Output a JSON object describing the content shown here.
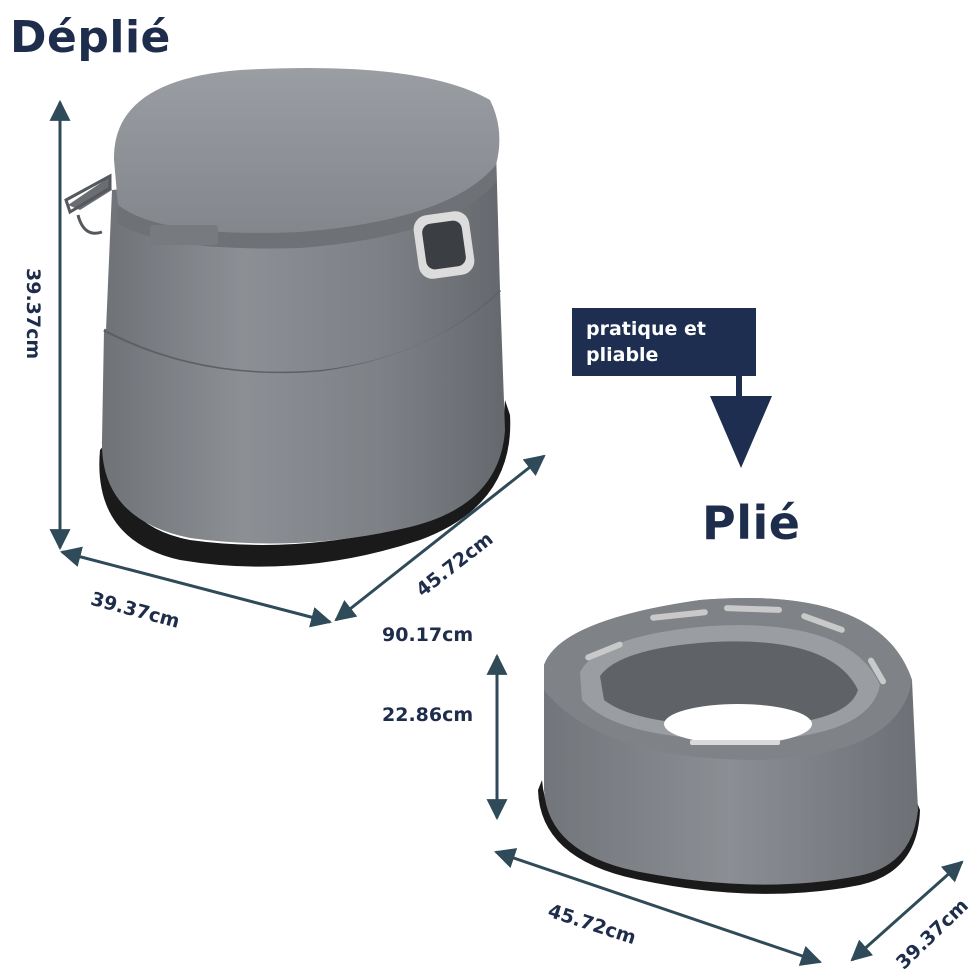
{
  "titles": {
    "unfolded": "Déplié",
    "folded": "Plié"
  },
  "callout": {
    "line1": "pratique et",
    "line2": "pliable"
  },
  "dimensions": {
    "unfolded_height": "39.37cm",
    "unfolded_width": "39.37cm",
    "unfolded_depth": "45.72cm",
    "extra_label": "90.17cm",
    "folded_height": "22.86cm",
    "folded_length": "45.72cm",
    "folded_width": "39.37cm"
  },
  "colors": {
    "text_navy": "#1e2d4b",
    "product_gray": "#8a8e93",
    "dimension_line": "#2f4a58",
    "base_black": "#1a1a1a"
  }
}
